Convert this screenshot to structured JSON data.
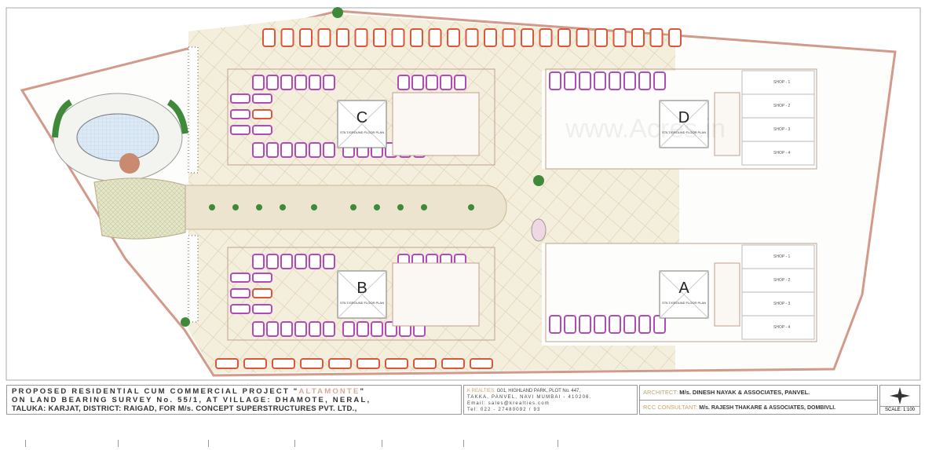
{
  "plan": {
    "blocks": [
      {
        "label": "C",
        "caption": "STILT/GROUND FLOOR PLAN"
      },
      {
        "label": "B",
        "caption": "STILT/GROUND FLOOR PLAN"
      },
      {
        "label": "D",
        "caption": "STILT/GROUND FLOOR PLAN"
      },
      {
        "label": "A",
        "caption": "STILT/GROUND FLOOR PLAN"
      }
    ],
    "shop_label": "SHOP",
    "watermark": "www.Acres.in",
    "colors": {
      "paving": "#f3ecd9",
      "paving_hatch": "#d8c9a6",
      "boundary": "#d29a8a",
      "car_resident": "#b04cb8",
      "car_visitor": "#d9573a",
      "greenery": "#3f8a3a",
      "pool": "#dbe9f5"
    }
  },
  "title_block": {
    "project_line1_a": "PROPOSED RESIDENTIAL CUM COMMERCIAL PROJECT \"",
    "project_name": "ALTAMONTE",
    "project_line1_b": "\"",
    "project_line2": "ON LAND BEARING SURVEY No. 55/1, AT VILLAGE: DHAMOTE, NERAL,",
    "project_line3": "TALUKA: KARJAT, DISTRICT: RAIGAD, FOR M/s. CONCEPT SUPERSTRUCTURES PVT. LTD.,",
    "developer_name": "K REALTIES:",
    "developer_addr1": " G01, HIGHLAND PARK, PLOT No. 447,",
    "developer_addr2": "TAKKA, PANVEL, NAVI MUMBAI - 410206.",
    "developer_email": "Email: sales@krealties.com",
    "developer_tel": "Tel: 022 - 27480092 / 93",
    "architect_label": "ARCHITECT:",
    "architect_value": " M/s. DINESH NAYAK & ASSOCIATES, PANVEL.",
    "rcc_label": "RCC CONSULTANT:",
    "rcc_value": " M/s. RAJESH THAKARE & ASSOCIATES, DOMBIVLI.",
    "scale": "SCALE: 1:100",
    "north_icon": "compass-rose-icon"
  }
}
